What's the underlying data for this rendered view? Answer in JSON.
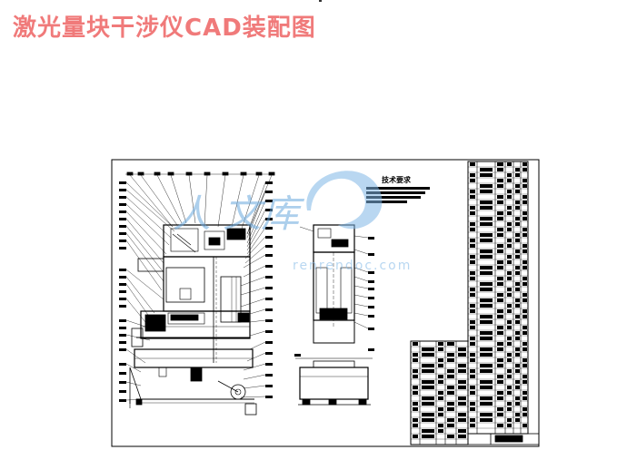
{
  "title": "激光量块干涉仪CAD装配图",
  "watermark": {
    "cn_text": "人  文库",
    "url_text": "renrendoc.com"
  },
  "notes_heading": "技术要求"
}
